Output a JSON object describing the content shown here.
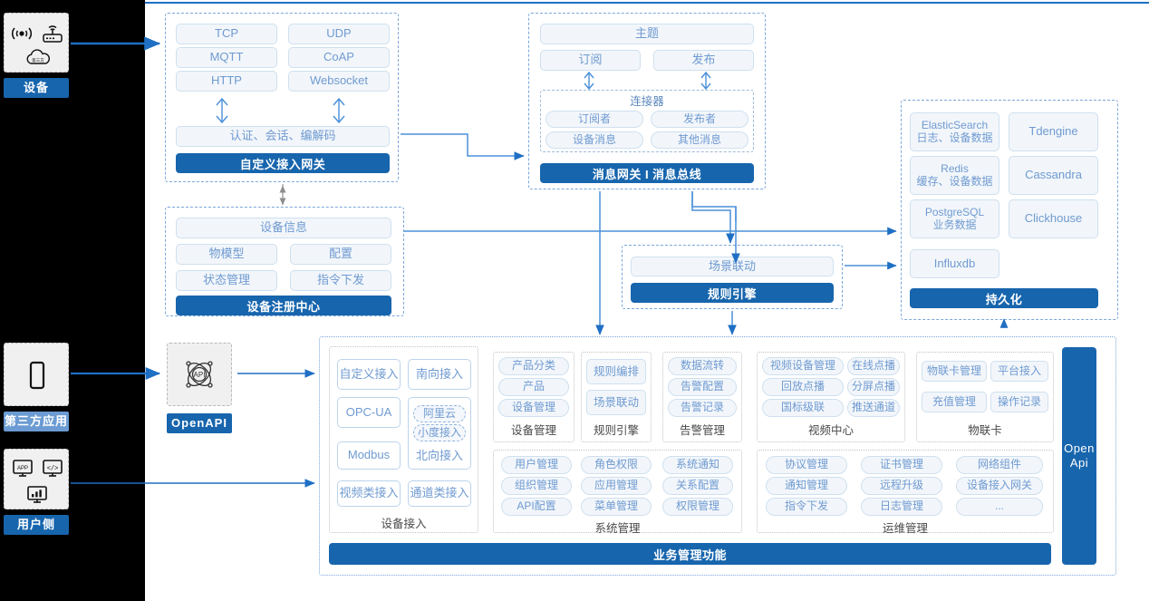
{
  "theme": {
    "accent": "#1765ad",
    "chip_text": "#6f9ad1",
    "chip_bg": "#f2f6fa",
    "chip_border": "#cfe0ef",
    "panel_border": "#7aa7d9",
    "rail_bg": "#000000",
    "light_label": "#6b9bd2"
  },
  "actors": [
    {
      "label": "设备",
      "icons": [
        "signal-wave-icon",
        "router-icon",
        "cloud-icon"
      ],
      "style": "solid"
    },
    {
      "label": "第三方应用",
      "icons": [
        "mobile-phone-icon"
      ],
      "style": "light"
    },
    {
      "label": "用户侧",
      "icons": [
        "app-monitor-icon",
        "code-monitor-icon",
        "chart-monitor-icon"
      ],
      "style": "solid"
    }
  ],
  "gateway": {
    "protocols": [
      "TCP",
      "UDP",
      "MQTT",
      "CoAP",
      "HTTP",
      "Websocket"
    ],
    "middle": "认证、会话、编解码",
    "bar": "自定义接入网关"
  },
  "message_bus": {
    "topic": "主题",
    "topic_ops": [
      "订阅",
      "发布"
    ],
    "connector_title": "连接器",
    "connector_items": [
      "订阅者",
      "发布者",
      "设备消息",
      "其他消息"
    ],
    "bar": "消息网关 I 消息总线"
  },
  "registry": {
    "header": "设备信息",
    "items": [
      "物模型",
      "配置",
      "状态管理",
      "指令下发"
    ],
    "bar": "设备注册中心"
  },
  "rule_engine": {
    "item": "场景联动",
    "bar": "规则引擎"
  },
  "persistence": {
    "stores": [
      {
        "name": "ElasticSearch",
        "sub": "日志、设备数据"
      },
      {
        "name": "Tdengine",
        "sub": ""
      },
      {
        "name": "Redis",
        "sub": "缓存、设备数据"
      },
      {
        "name": "Cassandra",
        "sub": ""
      },
      {
        "name": "PostgreSQL",
        "sub": "业务数据"
      },
      {
        "name": "Clickhouse",
        "sub": ""
      },
      {
        "name": "Influxdb",
        "sub": ""
      }
    ],
    "bar": "持久化"
  },
  "openapi": {
    "icon": "api-atom-icon",
    "label": "OpenAPI"
  },
  "open_api_side": {
    "line1": "Open",
    "line2": "Api"
  },
  "business": {
    "bar": "业务管理功能",
    "groups_top": [
      {
        "caption": "设备接入",
        "layout": "access",
        "items": [
          "自定义接入",
          "南向接入",
          "OPC-UA",
          "阿里云",
          "小度接入",
          "北向接入",
          "Modbus",
          "视频类接入",
          "通道类接入"
        ]
      },
      {
        "caption": "设备管理",
        "items": [
          "产品分类",
          "产品",
          "设备管理"
        ]
      },
      {
        "caption": "规则引擎",
        "items": [
          "规则编排",
          "场景联动"
        ]
      },
      {
        "caption": "告警管理",
        "items": [
          "数据流转",
          "告警配置",
          "告警记录"
        ]
      },
      {
        "caption": "视频中心",
        "items": [
          "视频设备管理",
          "在线点播",
          "回放点播",
          "分屏点播",
          "国标级联",
          "推送通道"
        ]
      },
      {
        "caption": "物联卡",
        "items": [
          "物联卡管理",
          "平台接入",
          "充值管理",
          "操作记录"
        ]
      }
    ],
    "groups_bottom": [
      {
        "caption": "系统管理",
        "items": [
          "用户管理",
          "角色权限",
          "系统通知",
          "组织管理",
          "应用管理",
          "关系配置",
          "API配置",
          "菜单管理",
          "权限管理"
        ]
      },
      {
        "caption": "运维管理",
        "items": [
          "协议管理",
          "证书管理",
          "网络组件",
          "通知管理",
          "远程升级",
          "设备接入网关",
          "指令下发",
          "日志管理",
          "..."
        ]
      }
    ]
  }
}
